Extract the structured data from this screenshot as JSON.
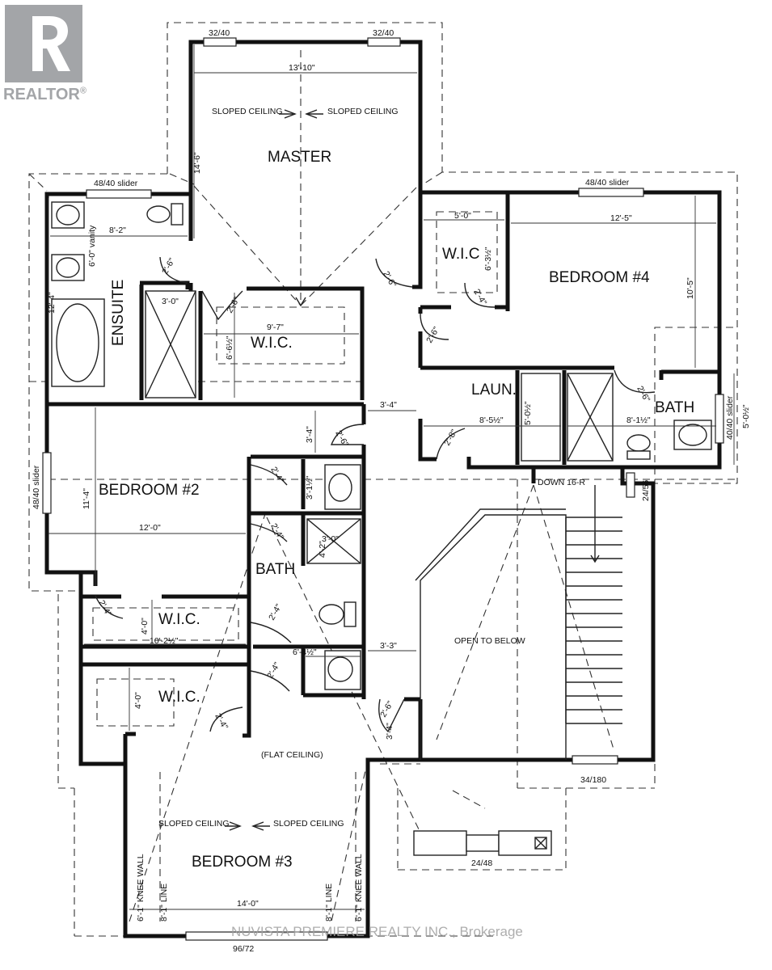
{
  "logo": {
    "text": "REALTOR",
    "mark": "®",
    "color": "#a3a5a8"
  },
  "watermark": "NUVISTA PREMIERE REALTY INC., Brokerage",
  "rooms": {
    "master": "MASTER",
    "ensuite": "ENSUITE",
    "master_wic": "W.I.C.",
    "bedroom4": "BEDROOM #4",
    "bedroom4_wic": "W.I.C",
    "laundry": "LAUN.",
    "bath_right": "BATH",
    "bedroom2": "BEDROOM #2",
    "bath_center": "BATH",
    "wic_a": "W.I.C.",
    "wic_b": "W.I.C.",
    "bedroom3": "BEDROOM #3",
    "open_to_below": "OPEN TO BELOW",
    "flat_ceiling": "(FLAT CEILING)",
    "stairs_down": "DOWN 16-R"
  },
  "notes": {
    "master_sloped_left": "SLOPED CEILING",
    "master_sloped_right": "SLOPED CEILING",
    "bed3_sloped_left": "SLOPED CEILING",
    "bed3_sloped_right": "SLOPED CEILING",
    "bed3_knee_left": "6'-1\" KNEE WALL",
    "bed3_line_left": "8'-1\" LINE",
    "bed3_line_right": "8'-1\" LINE",
    "bed3_knee_right": "6'-1\" KNEE WALL",
    "ensuite_vanity": "6'-0\" vanity"
  },
  "windows": {
    "master_left": "32/40",
    "master_right": "32/40",
    "ensuite": "48/40 slider",
    "bedroom4": "48/40 slider",
    "bedroom2": "48/40 slider",
    "bath_right": "40/40 slider",
    "stair": "24/56",
    "open_below": "34/180",
    "bedroom3": "96/72",
    "chimney": "24/48"
  },
  "dimensions": {
    "master_width": "13'-10\"",
    "master_depth": "14'-6\"",
    "ensuite_width": "8'-2\"",
    "ensuite_depth": "12'-4\"",
    "ensuite_shower": "3'-0\"",
    "ensuite_door": "2'-6\"",
    "master_wic_width": "9'-7\"",
    "master_wic_depth": "6'-6½\"",
    "master_wic_door": "2'-6\"",
    "master_door": "2'-6\"",
    "bed4_wic_width": "5'-0\"",
    "bed4_wic_depth": "6'-3½\"",
    "bed4_wic_door": "2'-4\"",
    "bed4_width": "12'-5\"",
    "bed4_depth": "10'-5\"",
    "bed4_door": "2'-6\"",
    "hall_width": "3'-4\"",
    "laundry_width": "8'-5½\"",
    "laundry_depth": "5'-0½\"",
    "laundry_door": "2'-8\"",
    "bath_right_width": "8'-1½\"",
    "bath_right_depth": "5'-0½\"",
    "bath_right_door": "2'-6\"",
    "bed2_door": "2'-6\"",
    "bed2_width": "12'-0\"",
    "bed2_depth": "11'-4\"",
    "hall_depth": "3'-4\"",
    "linen_depth": "3'-1½\"",
    "linen_door": "2'-4\"",
    "bath_door": "2'-4\"",
    "bath_shower": "3'-0\"",
    "bath_shower_depth": "4'-2\"",
    "wic_a_door": "2'-4\"",
    "wic_a_width": "10'-2½\"",
    "wic_a_depth": "4'-0\"",
    "bath_lower_door": "2'-4\"",
    "bath_lower_width": "6'-4½\"",
    "bath_lower_door2": "2'-4\"",
    "hall_lower": "3'-3\"",
    "wic_b_depth": "4'-0\"",
    "wic_b_door": "2'-4\"",
    "bed3_door": "2'-6\"",
    "bed3_door_depth": "3'-4\"",
    "bed3_width": "14'-0\""
  }
}
